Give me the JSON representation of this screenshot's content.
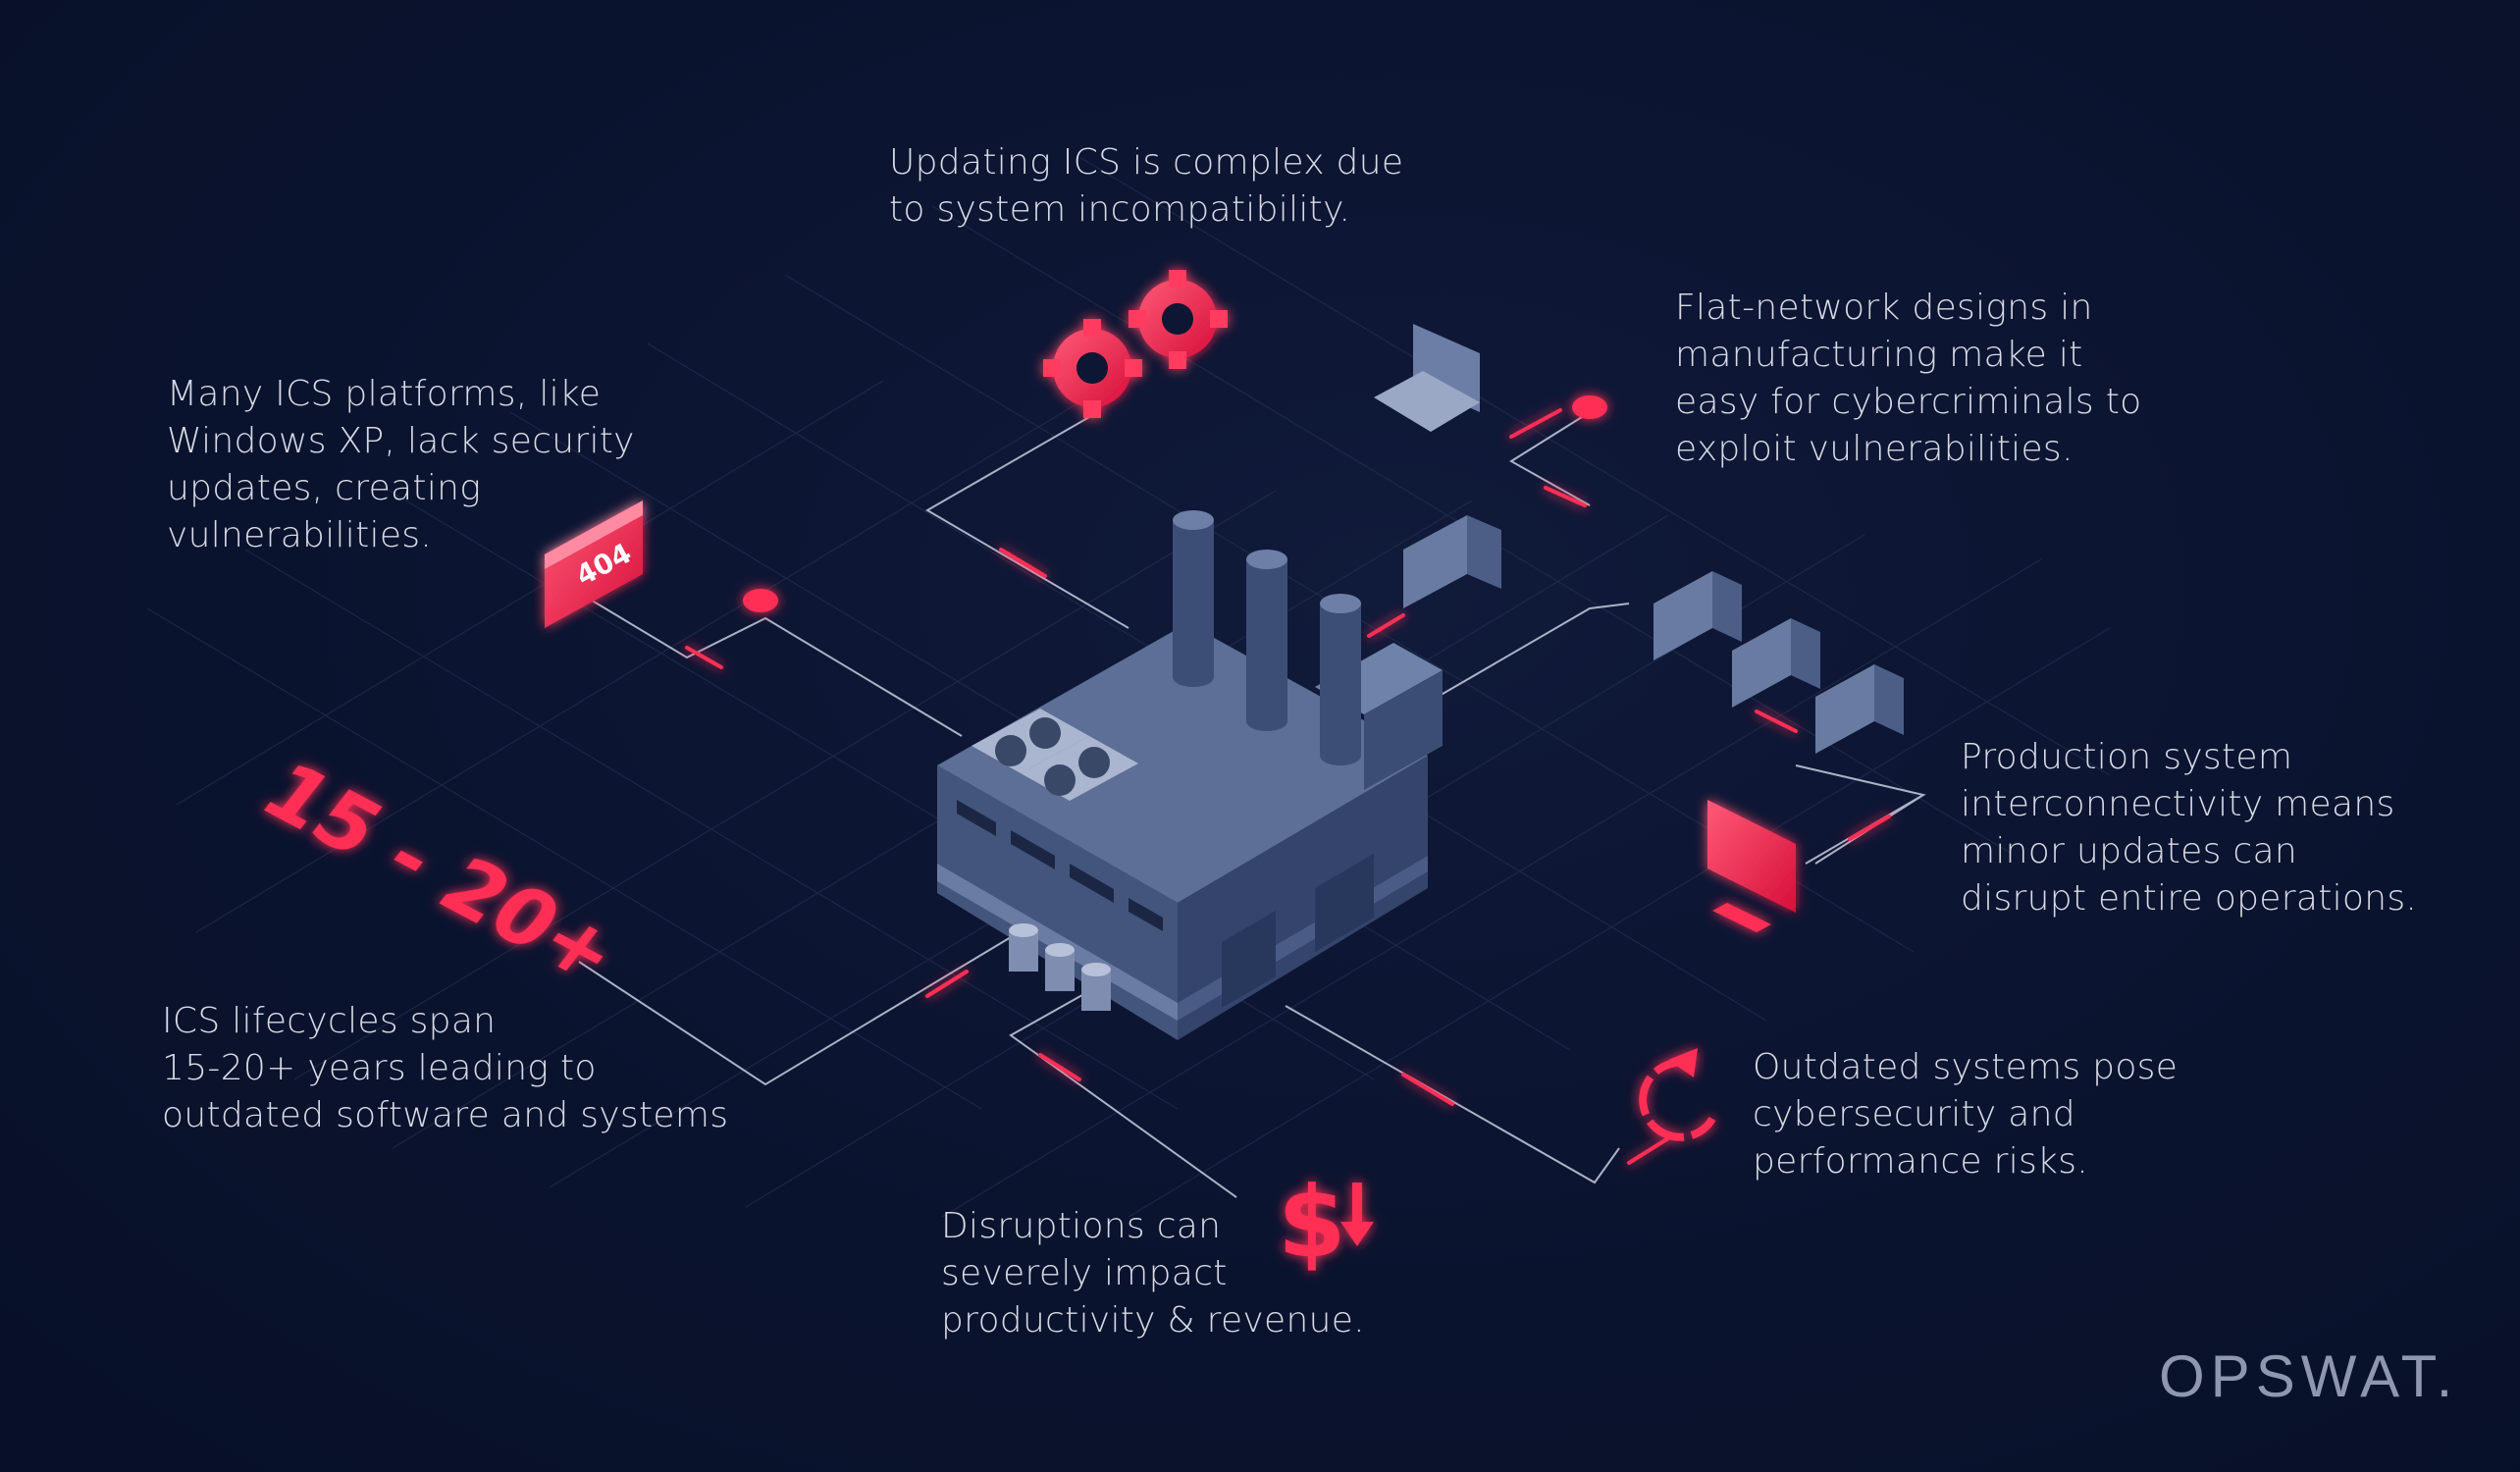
{
  "captions": {
    "update": [
      "Updating ICS is complex due",
      "to system incompatibility."
    ],
    "flat_network": [
      "Flat-network designs in",
      "manufacturing make it",
      "easy for cybercriminals to",
      "exploit vulnerabilities."
    ],
    "windows_xp": [
      "Many ICS platforms, like",
      "Windows XP, lack security",
      "updates, creating",
      "vulnerabilities."
    ],
    "production": [
      "Production system",
      "interconnectivity means",
      "minor updates can",
      "disrupt entire operations."
    ],
    "lifecycle": [
      "ICS lifecycles span",
      "15-20+ years leading to",
      "outdated software and systems"
    ],
    "outdated": [
      "Outdated systems pose",
      "cybersecurity and",
      "performance risks."
    ],
    "disruptions": [
      "Disruptions can",
      "severely impact",
      "productivity & revenue."
    ]
  },
  "labels": {
    "error_code": "404",
    "years": "15 - 20+",
    "dollar": "$"
  },
  "icons": [
    "gears-icon",
    "laptop-icon",
    "bug-icon",
    "monitor-icon",
    "error-404-icon",
    "factory-icon",
    "dollar-down-icon",
    "refresh-icon"
  ],
  "brand": "OPSWAT.",
  "colors": {
    "accent": "#ff2d55",
    "line": "#c8cee0",
    "building": "#5c6d93"
  }
}
